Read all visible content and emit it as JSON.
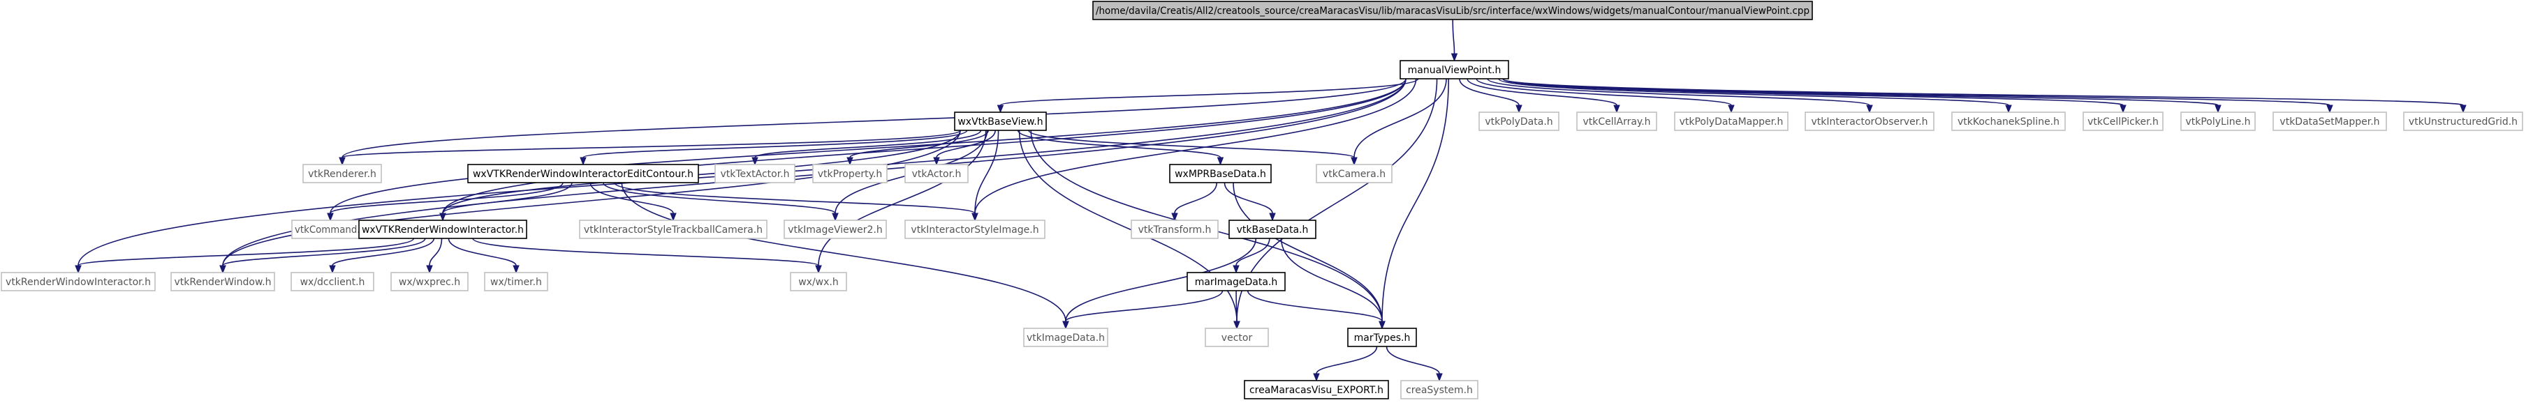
{
  "graph": {
    "colors": {
      "edge": "#191970",
      "border_solid": "#000000",
      "border_ghost": "#bfbfbf",
      "root_fill": "#bfbfbf"
    },
    "nodes": [
      {
        "id": "root",
        "label": "/home/davila/Creatis/All2/creatools_source/creaMaracasVisu/lib/maracasVisuLib/src/interface/wxWindows/widgets/manualContour/manualViewPoint.cpp",
        "style": "root"
      },
      {
        "id": "mvp",
        "label": "manualViewPoint.h",
        "style": "solid"
      },
      {
        "id": "wxVtkBaseView",
        "label": "wxVtkBaseView.h",
        "style": "solid"
      },
      {
        "id": "vtkPolyData",
        "label": "vtkPolyData.h",
        "style": "ghost"
      },
      {
        "id": "vtkCellArray",
        "label": "vtkCellArray.h",
        "style": "ghost"
      },
      {
        "id": "vtkPolyDataMapper",
        "label": "vtkPolyDataMapper.h",
        "style": "ghost"
      },
      {
        "id": "vtkInteractorObserver",
        "label": "vtkInteractorObserver.h",
        "style": "ghost"
      },
      {
        "id": "vtkKochanekSpline",
        "label": "vtkKochanekSpline.h",
        "style": "ghost"
      },
      {
        "id": "vtkCellPicker",
        "label": "vtkCellPicker.h",
        "style": "ghost"
      },
      {
        "id": "vtkPolyLine",
        "label": "vtkPolyLine.h",
        "style": "ghost"
      },
      {
        "id": "vtkDataSetMapper",
        "label": "vtkDataSetMapper.h",
        "style": "ghost"
      },
      {
        "id": "vtkUnstructuredGrid",
        "label": "vtkUnstructuredGrid.h",
        "style": "ghost"
      },
      {
        "id": "vtkRenderer",
        "label": "vtkRenderer.h",
        "style": "ghost"
      },
      {
        "id": "editContour",
        "label": "wxVTKRenderWindowInteractorEditContour.h",
        "style": "solid"
      },
      {
        "id": "vtkTextActor",
        "label": "vtkTextActor.h",
        "style": "ghost"
      },
      {
        "id": "vtkProperty",
        "label": "vtkProperty.h",
        "style": "ghost"
      },
      {
        "id": "vtkActor",
        "label": "vtkActor.h",
        "style": "ghost"
      },
      {
        "id": "wxMPR",
        "label": "wxMPRBaseData.h",
        "style": "solid"
      },
      {
        "id": "vtkCamera",
        "label": "vtkCamera.h",
        "style": "ghost"
      },
      {
        "id": "vtkCommand",
        "label": "vtkCommand.h",
        "style": "ghost"
      },
      {
        "id": "rwi",
        "label": "wxVTKRenderWindowInteractor.h",
        "style": "solid"
      },
      {
        "id": "trackball",
        "label": "vtkInteractorStyleTrackballCamera.h",
        "style": "ghost"
      },
      {
        "id": "imageViewer2",
        "label": "vtkImageViewer2.h",
        "style": "ghost"
      },
      {
        "id": "styleImage",
        "label": "vtkInteractorStyleImage.h",
        "style": "ghost"
      },
      {
        "id": "vtkTransform",
        "label": "vtkTransform.h",
        "style": "ghost"
      },
      {
        "id": "vtkBaseData",
        "label": "vtkBaseData.h",
        "style": "solid"
      },
      {
        "id": "vtkRWI",
        "label": "vtkRenderWindowInteractor.h",
        "style": "ghost"
      },
      {
        "id": "vtkRW",
        "label": "vtkRenderWindow.h",
        "style": "ghost"
      },
      {
        "id": "dcclient",
        "label": "wx/dcclient.h",
        "style": "ghost"
      },
      {
        "id": "wxprec",
        "label": "wx/wxprec.h",
        "style": "ghost"
      },
      {
        "id": "timer",
        "label": "wx/timer.h",
        "style": "ghost"
      },
      {
        "id": "wxwx",
        "label": "wx/wx.h",
        "style": "ghost"
      },
      {
        "id": "marImageData",
        "label": "marImageData.h",
        "style": "solid"
      },
      {
        "id": "vtkImageData",
        "label": "vtkImageData.h",
        "style": "ghost"
      },
      {
        "id": "vector",
        "label": "vector",
        "style": "ghost"
      },
      {
        "id": "marTypes",
        "label": "marTypes.h",
        "style": "solid"
      },
      {
        "id": "export",
        "label": "creaMaracasVisu_EXPORT.h",
        "style": "solid"
      },
      {
        "id": "creaSystem",
        "label": "creaSystem.h",
        "style": "ghost"
      }
    ]
  }
}
